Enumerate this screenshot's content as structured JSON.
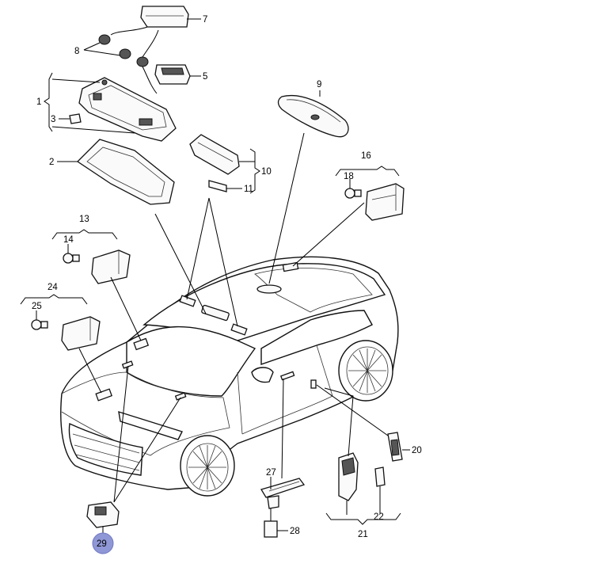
{
  "callouts": {
    "c1": "1",
    "c2": "2",
    "c3": "3",
    "c5": "5",
    "c7": "7",
    "c8": "8",
    "c9": "9",
    "c10": "10",
    "c11": "11",
    "c13": "13",
    "c14": "14",
    "c16": "16",
    "c18": "18",
    "c20": "20",
    "c21": "21",
    "c22": "22",
    "c24": "24",
    "c25": "25",
    "c27": "27",
    "c28": "28",
    "c29": "29"
  },
  "colors": {
    "highlight": "#8f97d6",
    "line": "#000000"
  }
}
